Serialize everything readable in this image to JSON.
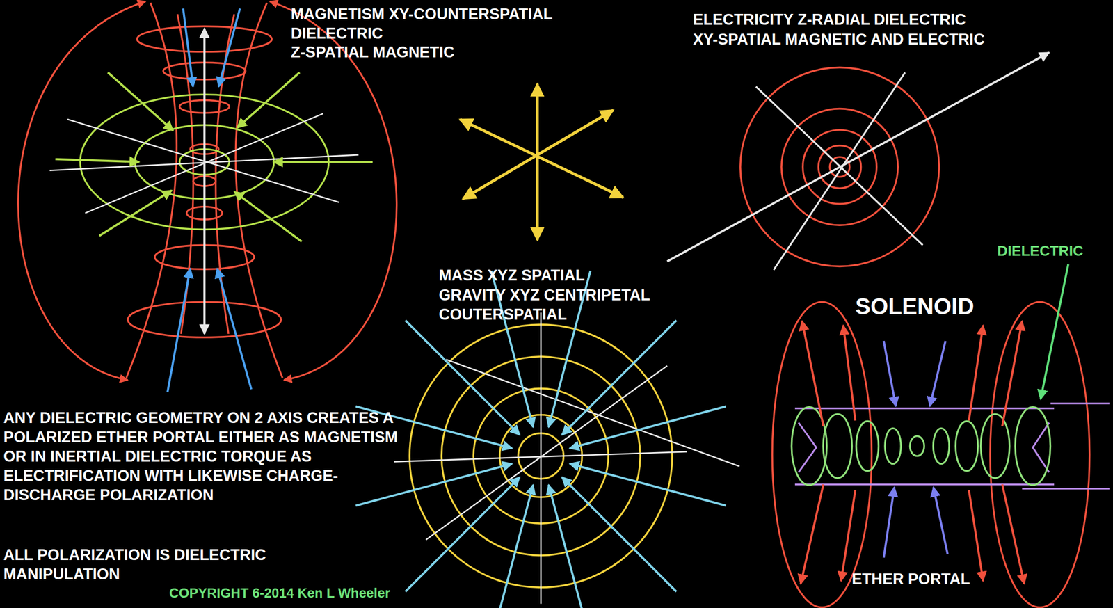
{
  "diagram": {
    "labels": [
      "MAGNETISM XY-COUNTERSPATIAL DIELECTRIC",
      "Z-SPATIAL MAGNETIC",
      "ELECTRICITY Z-RADIAL DIELECTRIC",
      "XY-SPATIAL MAGNETIC AND ELECTRIC",
      "MASS XYZ SPATIAL",
      "GRAVITY XYZ CENTRIPETAL COUTERSPATIAL",
      "SOLENOID",
      "DIELECTRIC",
      "ETHER PORTAL",
      "ANY DIELECTRIC GEOMETRY ON 2 AXIS CREATES A POLARIZED ETHER PORTAL EITHER AS MAGNETISM OR IN INERTIAL DIELECTRIC TORQUE AS ELECTRIFICATION WITH LIKEWISE CHARGE-DISCHARGE POLARIZATION",
      "ALL POLARIZATION IS DIELECTRIC MANIPULATION",
      "COPYRIGHT 6-2014 Ken L Wheeler"
    ]
  }
}
